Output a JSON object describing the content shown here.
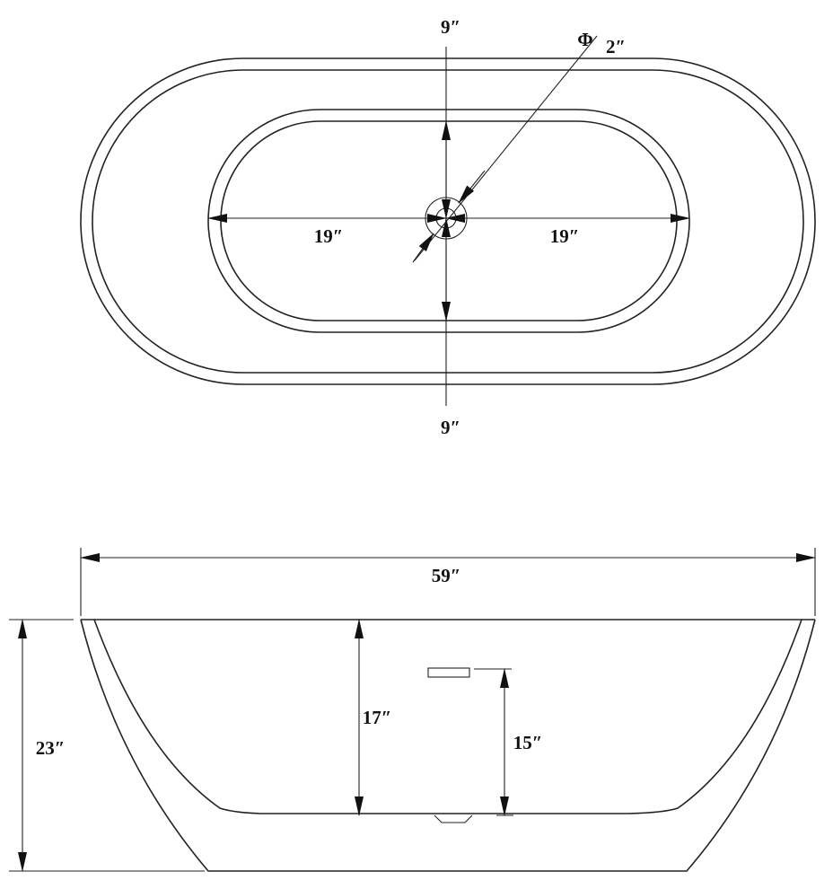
{
  "top_view": {
    "drain_diameter_symbol": "Φ",
    "drain_diameter": "2″",
    "top_to_drain": "9″",
    "bottom_to_drain": "9″",
    "left_to_drain": "19″",
    "right_to_drain": "19″"
  },
  "side_view": {
    "overall_length": "59″",
    "overall_height": "23″",
    "interior_depth": "17″",
    "overflow_height": "15″"
  }
}
